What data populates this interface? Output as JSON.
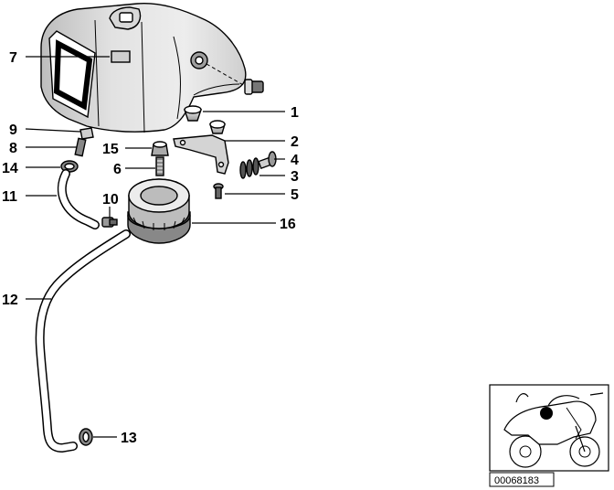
{
  "diagram": {
    "document_number": "00068183",
    "callouts": [
      "1",
      "2",
      "3",
      "4",
      "5",
      "6",
      "7",
      "8",
      "9",
      "10",
      "11",
      "12",
      "13",
      "14",
      "15",
      "16"
    ]
  }
}
